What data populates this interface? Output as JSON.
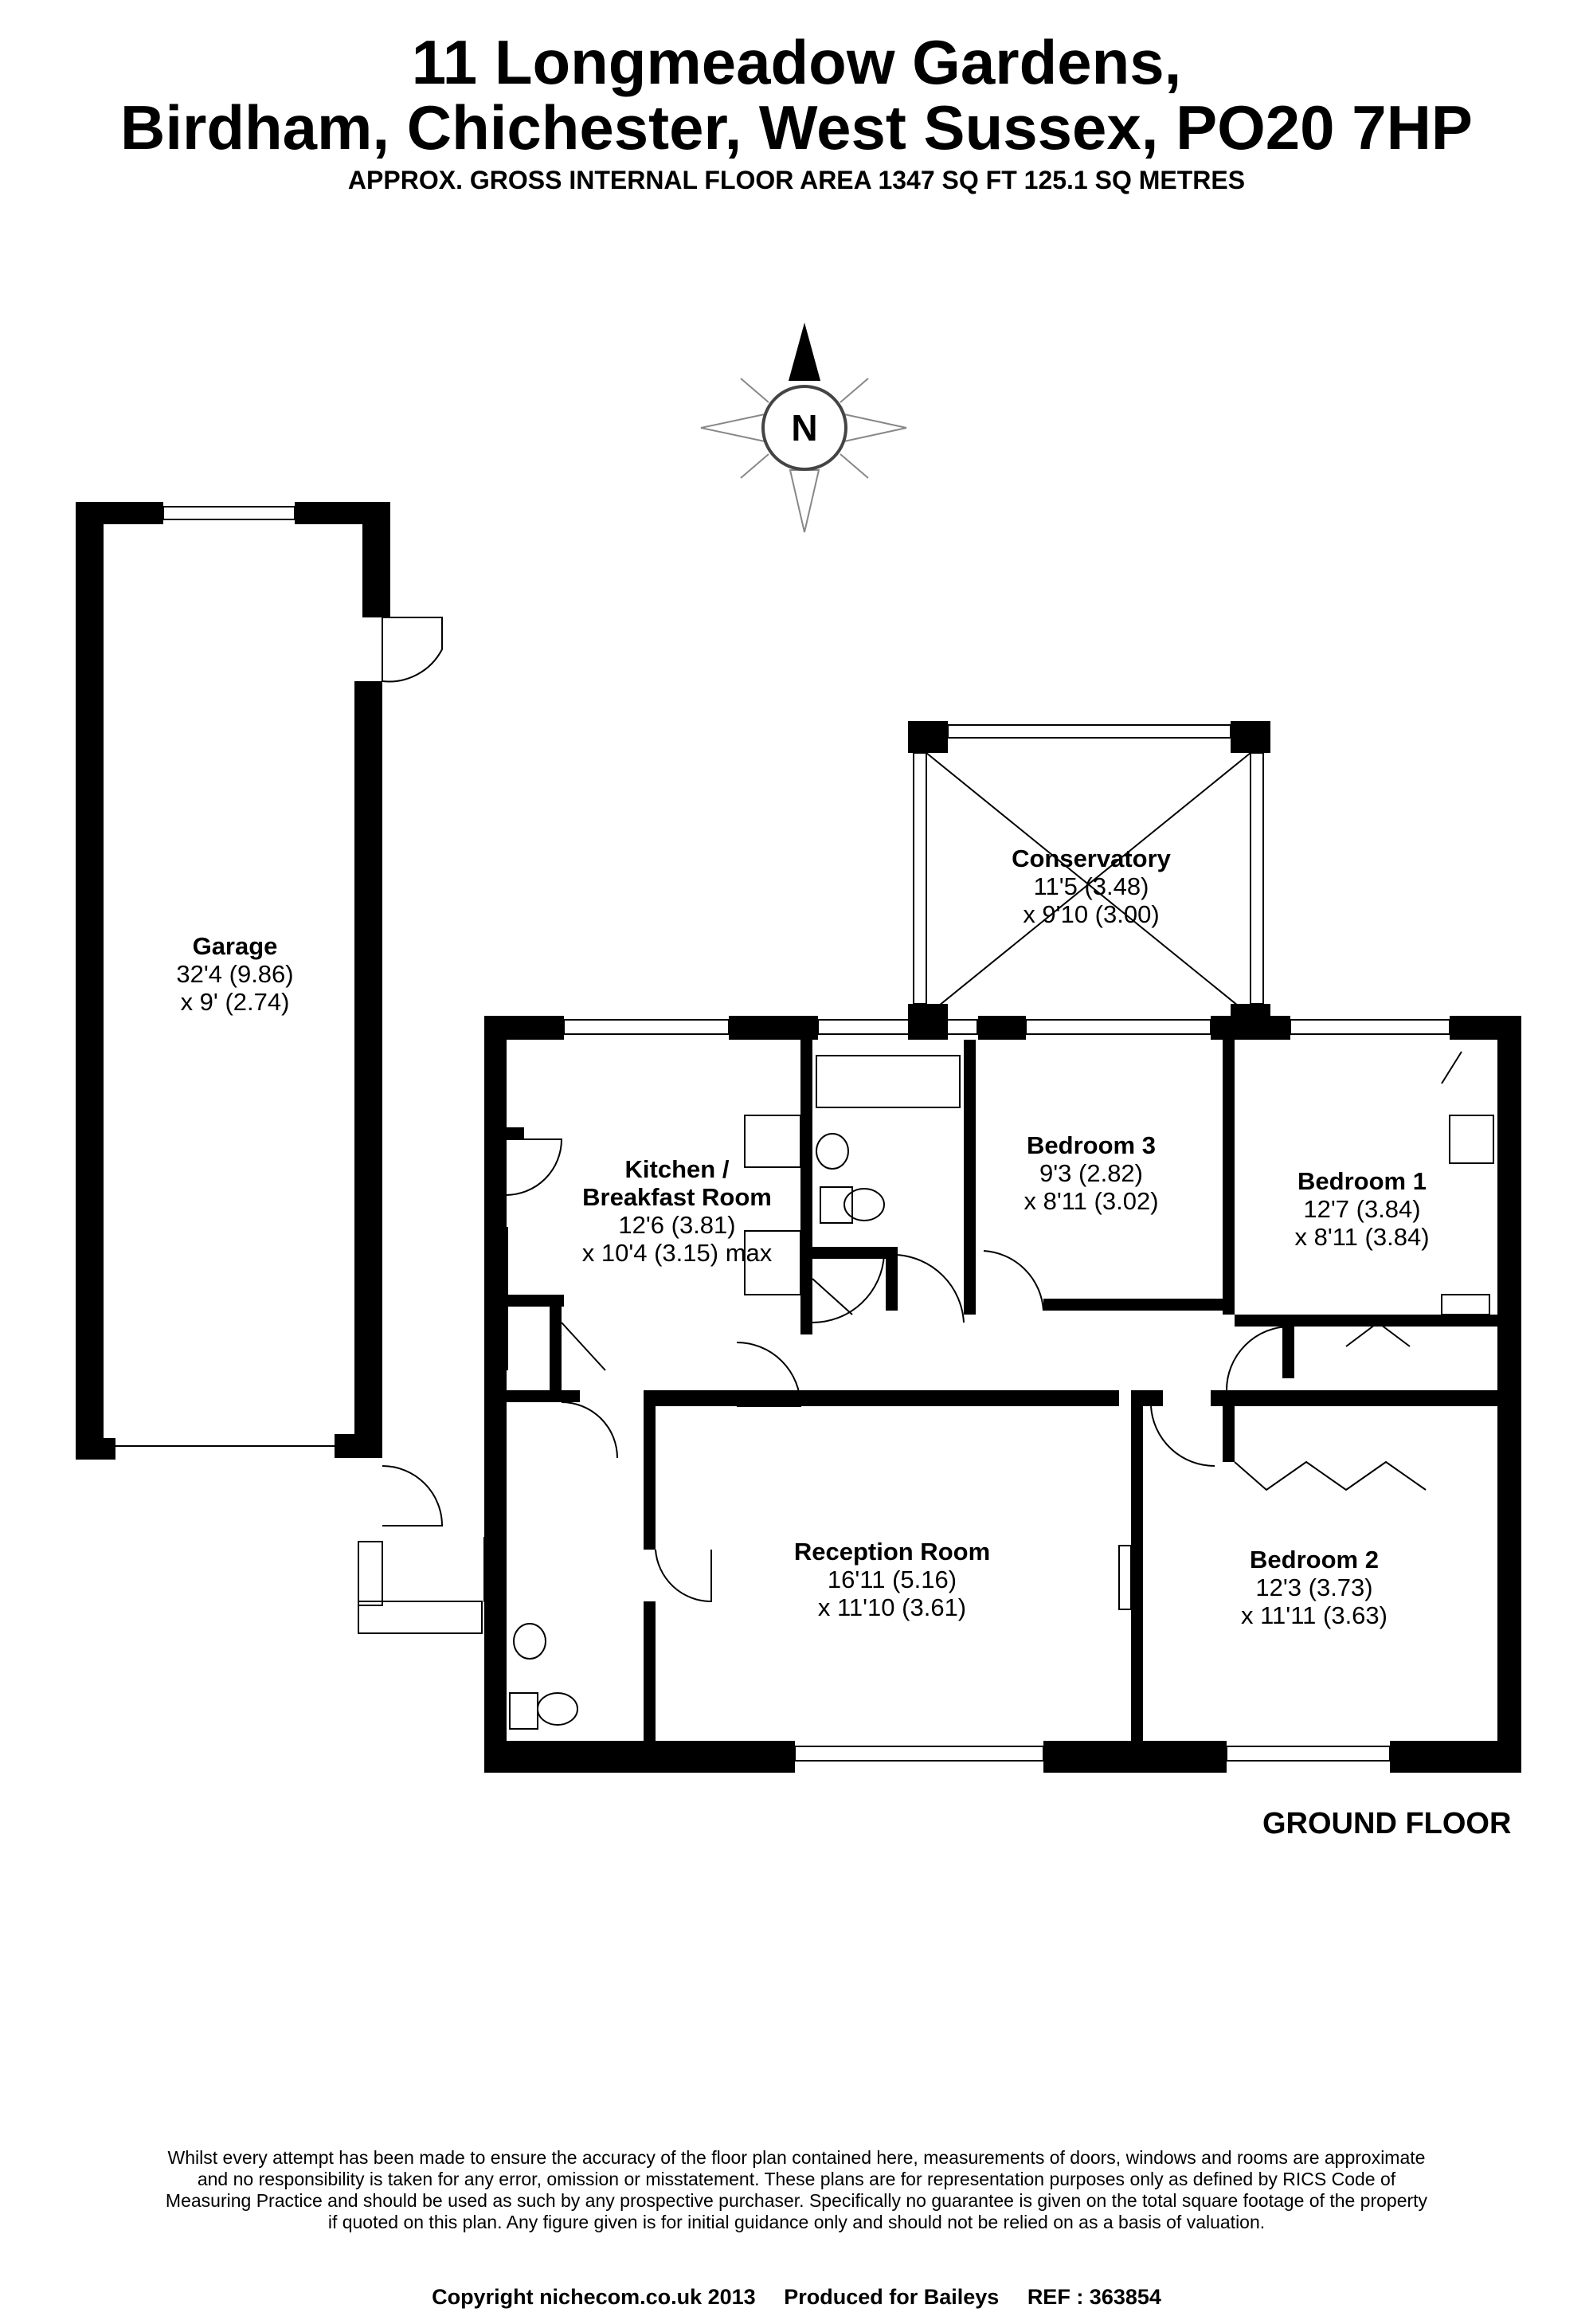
{
  "header": {
    "line1": "11 Longmeadow Gardens,",
    "line2": "Birdham, Chichester, West Sussex, PO20 7HP",
    "area": "APPROX. GROSS INTERNAL FLOOR AREA 1347 SQ FT 125.1 SQ METRES"
  },
  "compass": {
    "label": "N"
  },
  "rooms": {
    "garage": {
      "name": "Garage",
      "dim1": "32'4 (9.86)",
      "dim2": "x 9' (2.74)"
    },
    "conservatory": {
      "name": "Conservatory",
      "dim1": "11'5 (3.48)",
      "dim2": "x 9'10 (3.00)"
    },
    "kitchen": {
      "name1": "Kitchen /",
      "name2": "Breakfast Room",
      "dim1": "12'6  (3.81)",
      "dim2": "x 10'4 (3.15) max"
    },
    "bedroom3": {
      "name": "Bedroom 3",
      "dim1": "9'3 (2.82)",
      "dim2": "x 8'11 (3.02)"
    },
    "bedroom1": {
      "name": "Bedroom 1",
      "dim1": "12'7 (3.84)",
      "dim2": "x 8'11 (3.84)"
    },
    "reception": {
      "name": "Reception Room",
      "dim1": "16'11 (5.16)",
      "dim2": "x 11'10 (3.61)"
    },
    "bedroom2": {
      "name": "Bedroom 2",
      "dim1": "12'3 (3.73)",
      "dim2": "x 11'11 (3.63)"
    }
  },
  "floor_label": "GROUND FLOOR",
  "disclaimer": "Whilst every attempt has been made to ensure the accuracy of the floor plan contained here, measurements of doors, windows and rooms are approximate and no responsibility is taken for any error, omission or misstatement. These plans are for representation purposes only as defined by RICS Code of Measuring Practice and should be used as such by any prospective purchaser. Specifically no guarantee is given on the total square footage of the property if quoted on this plan. Any figure given is for initial guidance only and should not be relied on as a basis of valuation.",
  "footer": {
    "copyright": "Copyright nichecom.co.uk 2013",
    "produced": "Produced for Baileys",
    "ref": "REF : 363854"
  }
}
